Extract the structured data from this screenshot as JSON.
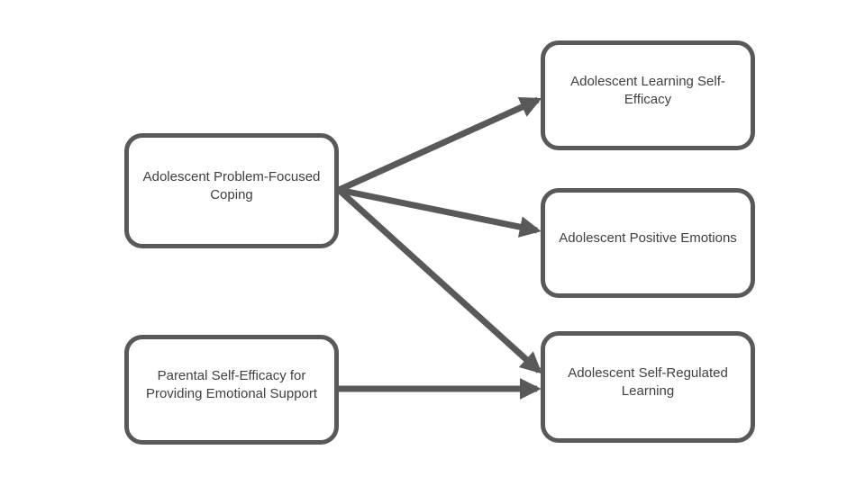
{
  "diagram": {
    "nodes": {
      "coping": {
        "label": "Adolescent Problem-Focused Coping"
      },
      "parental": {
        "label": "Parental Self-Efficacy for Providing Emotional Support"
      },
      "learning_se": {
        "label": "Adolescent Learning Self-Efficacy"
      },
      "positive": {
        "label": "Adolescent Positive Emotions"
      },
      "self_regulated": {
        "label": "Adolescent Self-Regulated Learning"
      }
    },
    "edges": [
      {
        "from": "coping",
        "to": "learning_se"
      },
      {
        "from": "coping",
        "to": "positive"
      },
      {
        "from": "coping",
        "to": "self_regulated"
      },
      {
        "from": "parental",
        "to": "self_regulated"
      }
    ],
    "colors": {
      "node_border": "#595959",
      "arrow": "#595959",
      "text": "#404040",
      "node_fill": "#ffffff",
      "background": "#ffffff"
    }
  }
}
